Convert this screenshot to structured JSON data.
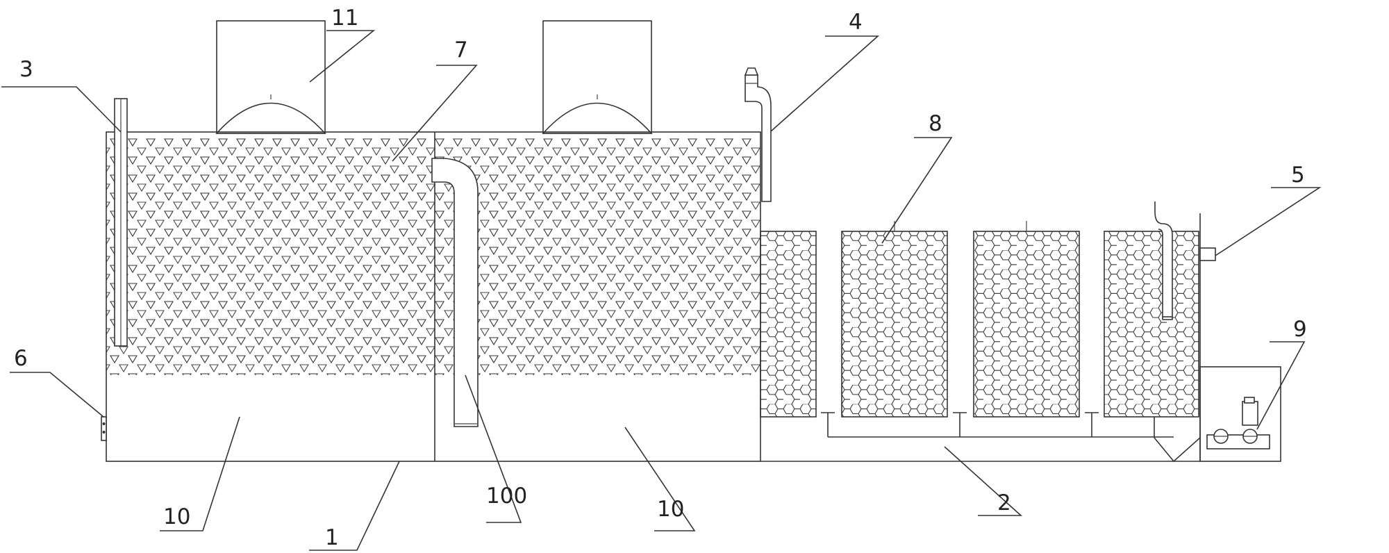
{
  "labels": {
    "l1": "1",
    "l2": "2",
    "l3": "3",
    "l4": "4",
    "l5": "5",
    "l6": "6",
    "l7": "7",
    "l8": "8",
    "l9": "9",
    "l10a": "10",
    "l10b": "10",
    "l11": "11",
    "l100": "100"
  }
}
